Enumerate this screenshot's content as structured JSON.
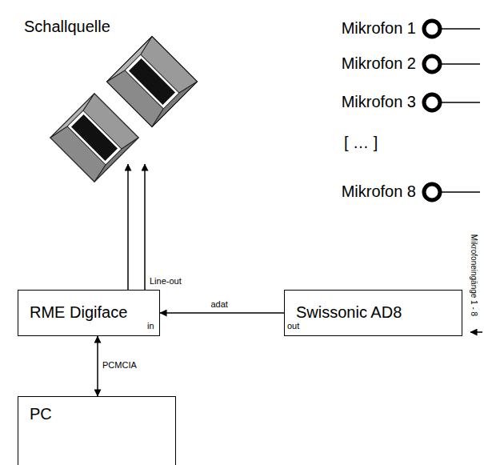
{
  "diagram": {
    "nodes": [
      {
        "text": [
          "Schallquelle"
        ]
      },
      {
        "text": [
          "RME Digiface"
        ]
      },
      {
        "text": [
          "Swissonic AD8"
        ]
      },
      {
        "text": [
          "PC"
        ]
      }
    ],
    "edges": [
      {
        "from": 1,
        "to": 0,
        "label": "Line-out",
        "arrow": "to"
      },
      {
        "from": 2,
        "to": 1,
        "label": "adat",
        "arrow": "to"
      },
      {
        "from": 1,
        "to": 3,
        "label": "PCMCIA",
        "arrow": "both"
      }
    ],
    "labels": [
      "Mikrofon 1",
      "Mikrofon 2",
      "Mikrofon 3",
      "[ … ]",
      "Mikrofon 8",
      "in",
      "out",
      "Mikrofoneingänge 1 - 8"
    ]
  }
}
